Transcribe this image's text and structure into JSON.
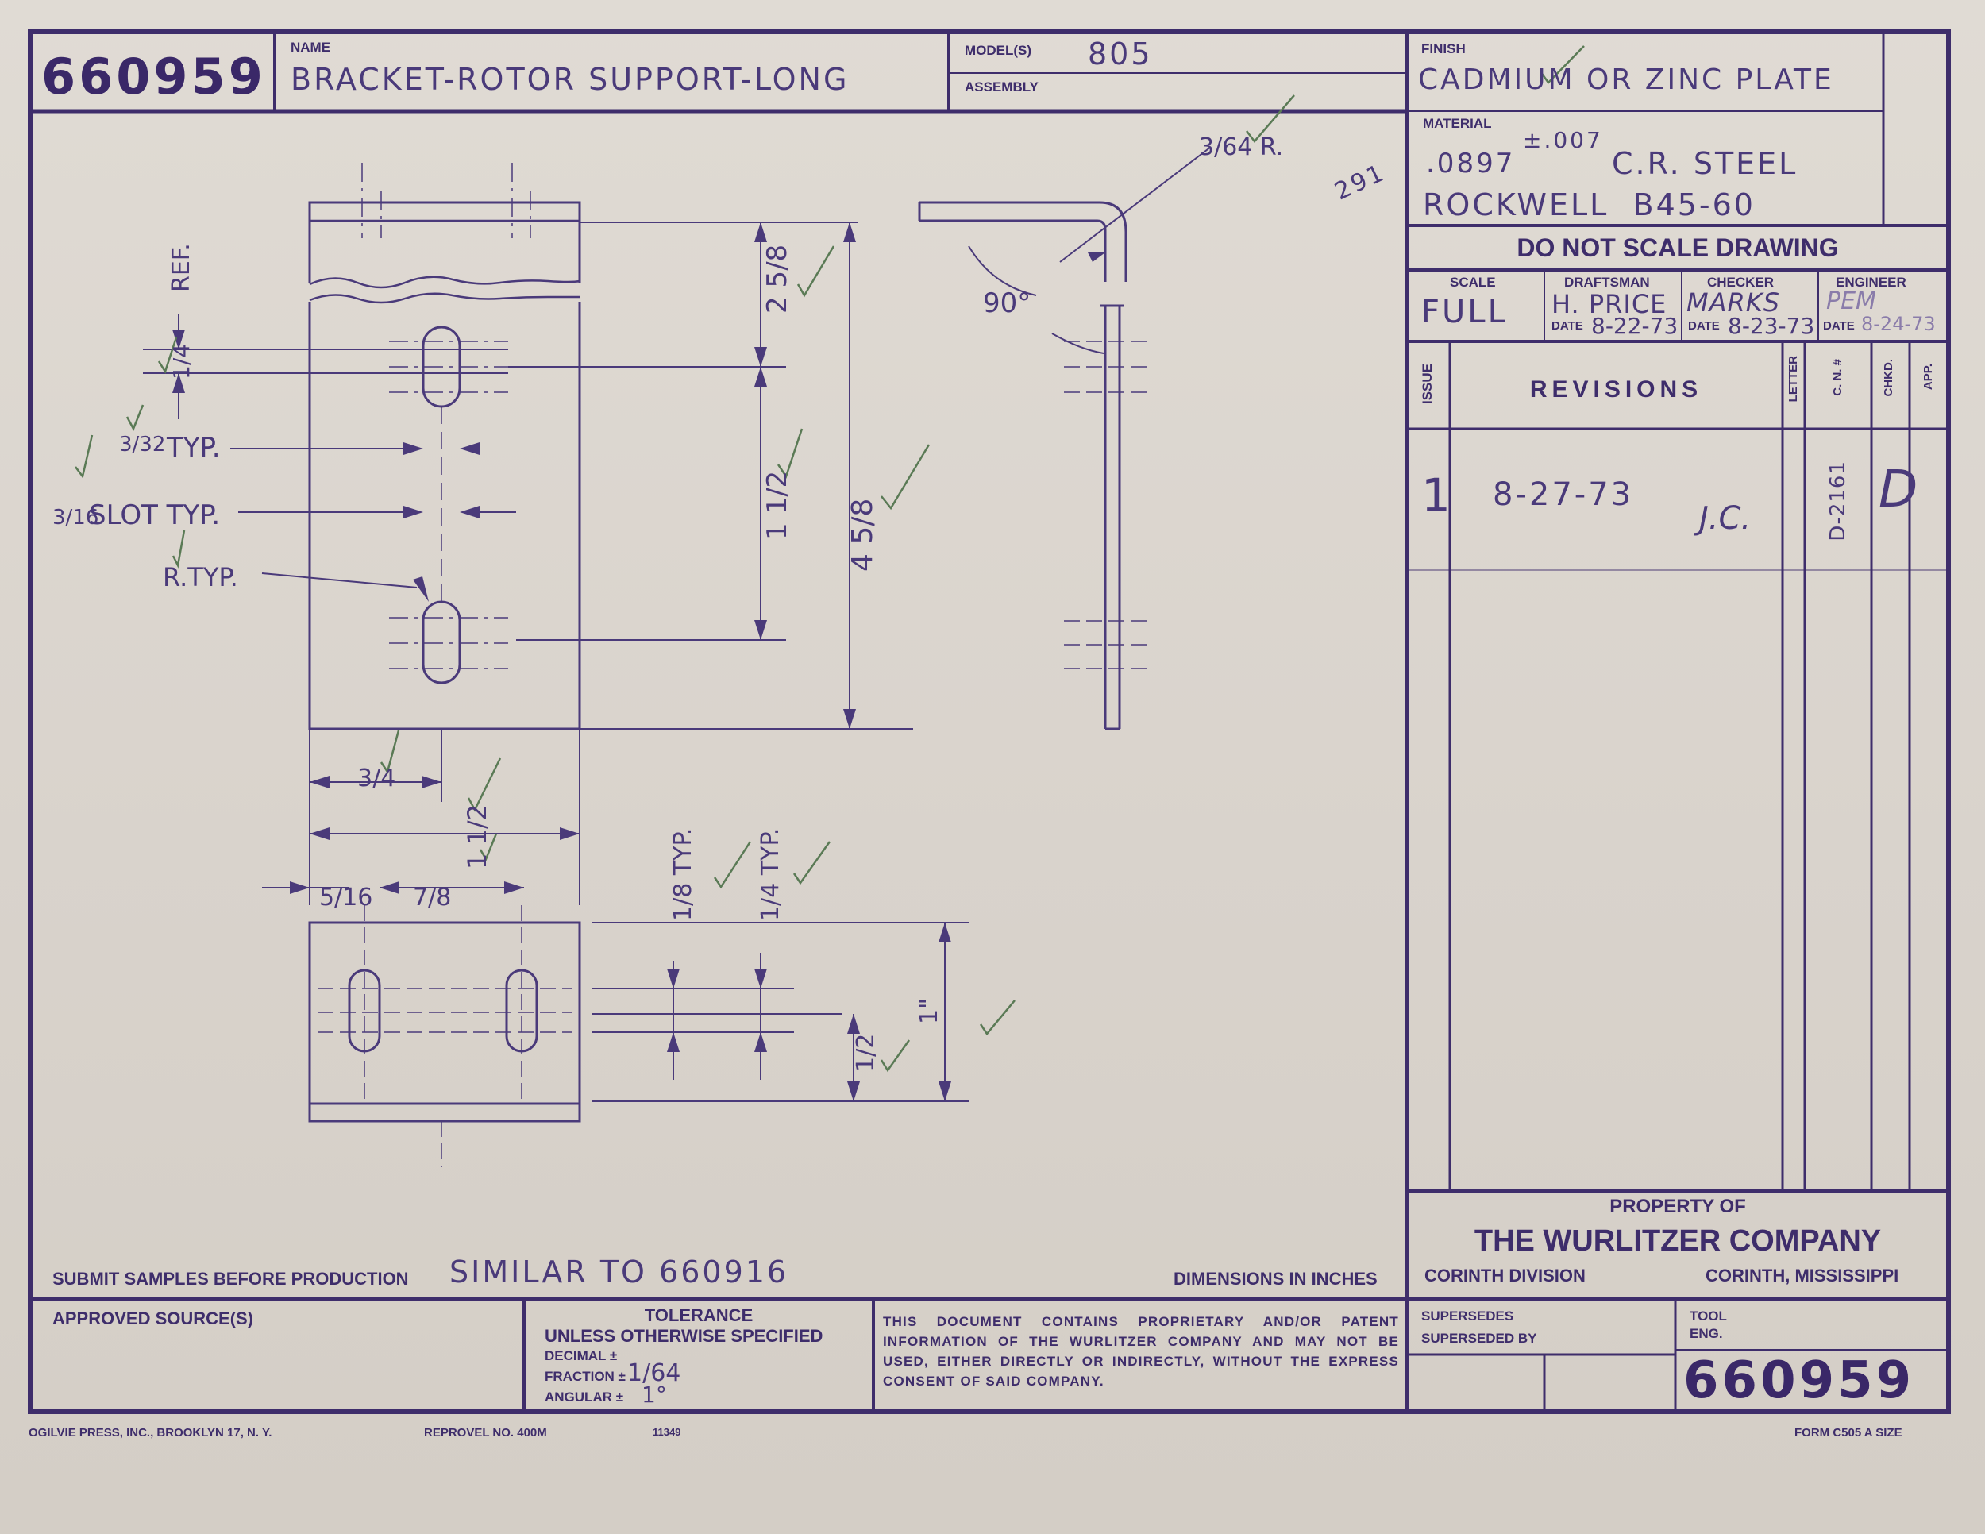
{
  "header": {
    "part_number": "660959",
    "name_label": "NAME",
    "name_value": "BRACKET-ROTOR SUPPORT-LONG",
    "models_label": "MODEL(S)",
    "models_value": "805",
    "assembly_label": "ASSEMBLY",
    "finish_label": "FINISH",
    "finish_value": "CADMIUM OR ZINC PLATE"
  },
  "material": {
    "label": "MATERIAL",
    "thickness": ".0897",
    "tolerance": "±.007",
    "steel": "C.R. STEEL",
    "hardness": "ROCKWELL  B45-60",
    "handwritten_note": "291"
  },
  "notice": "DO NOT SCALE DRAWING",
  "approvals": {
    "scale_label": "SCALE",
    "scale_value": "FULL",
    "draftsman_label": "DRAFTSMAN",
    "draftsman_value": "H. PRICE",
    "draftsman_date": "8-22-73",
    "checker_label": "CHECKER",
    "checker_value": "MARKS",
    "checker_date": "8-23-73",
    "engineer_label": "ENGINEER",
    "engineer_value": "PEM",
    "engineer_date": "8-24-73",
    "date_label": "DATE"
  },
  "revisions": {
    "issue_label": "ISSUE",
    "title": "REVISIONS",
    "letter_label": "LETTER",
    "cn_label": "C. N. #",
    "chkd_label": "CHKD.",
    "app_label": "APP.",
    "rows": [
      {
        "issue": "1",
        "text": "8-27-73",
        "initials": "J.C.",
        "cn": "D-2161",
        "chkd": "D"
      }
    ]
  },
  "dimensions": {
    "ref_label": "REF.",
    "ref_frac": "1/4",
    "typ_3_32": "TYP.",
    "slot_typ": "SLOT TYP.",
    "r_typ": "R.TYP.",
    "d_2_5_8": "2 5/8",
    "d_1_1_2": "1 1/2",
    "d_4_5_8": "4 5/8",
    "d_3_4": "3/4",
    "d_1_1_2b": "1 1/2",
    "d_5_16": "5/16",
    "d_7_8": "7/8",
    "d_1_8_typ": "1/8 TYP.",
    "d_1_4_typ": "1/4 TYP.",
    "d_1_2": "1/2",
    "d_1in": "1\"",
    "bend_radius": "3/64 R.",
    "angle": "90°"
  },
  "footer": {
    "submit_samples": "SUBMIT SAMPLES BEFORE PRODUCTION",
    "similar_to": "SIMILAR TO 660916",
    "dimensions_in_inches": "DIMENSIONS IN INCHES",
    "approved_sources": "APPROVED SOURCE(S)",
    "tolerance_title": "TOLERANCE",
    "tolerance_sub": "UNLESS OTHERWISE SPECIFIED",
    "decimal_label": "DECIMAL ±",
    "fraction_label": "FRACTION ±",
    "fraction_value": "1/64",
    "angular_label": "ANGULAR ±",
    "angular_value": "1°",
    "proprietary": "THIS DOCUMENT CONTAINS PROPRIETARY AND/OR PATENT INFORMATION OF THE WURLITZER COMPANY AND MAY NOT BE USED, EITHER DIRECTLY OR INDIRECTLY, WITHOUT THE EXPRESS CONSENT OF SAID COMPANY.",
    "property_of": "PROPERTY OF",
    "company": "THE WURLITZER COMPANY",
    "division": "CORINTH DIVISION",
    "location": "CORINTH, MISSISSIPPI",
    "supersedes": "SUPERSEDES",
    "superseded_by": "SUPERSEDED BY",
    "tool": "TOOL",
    "eng": "ENG.",
    "part_number": "660959",
    "printer": "OGILVIE PRESS, INC., BROOKLYN 17, N. Y.",
    "reprovel": "REPROVEL NO. 400M",
    "code": "11349",
    "form": "FORM C505 A SIZE"
  },
  "colors": {
    "ink": "#3e2d6b",
    "paper": "#dcd6cf"
  }
}
